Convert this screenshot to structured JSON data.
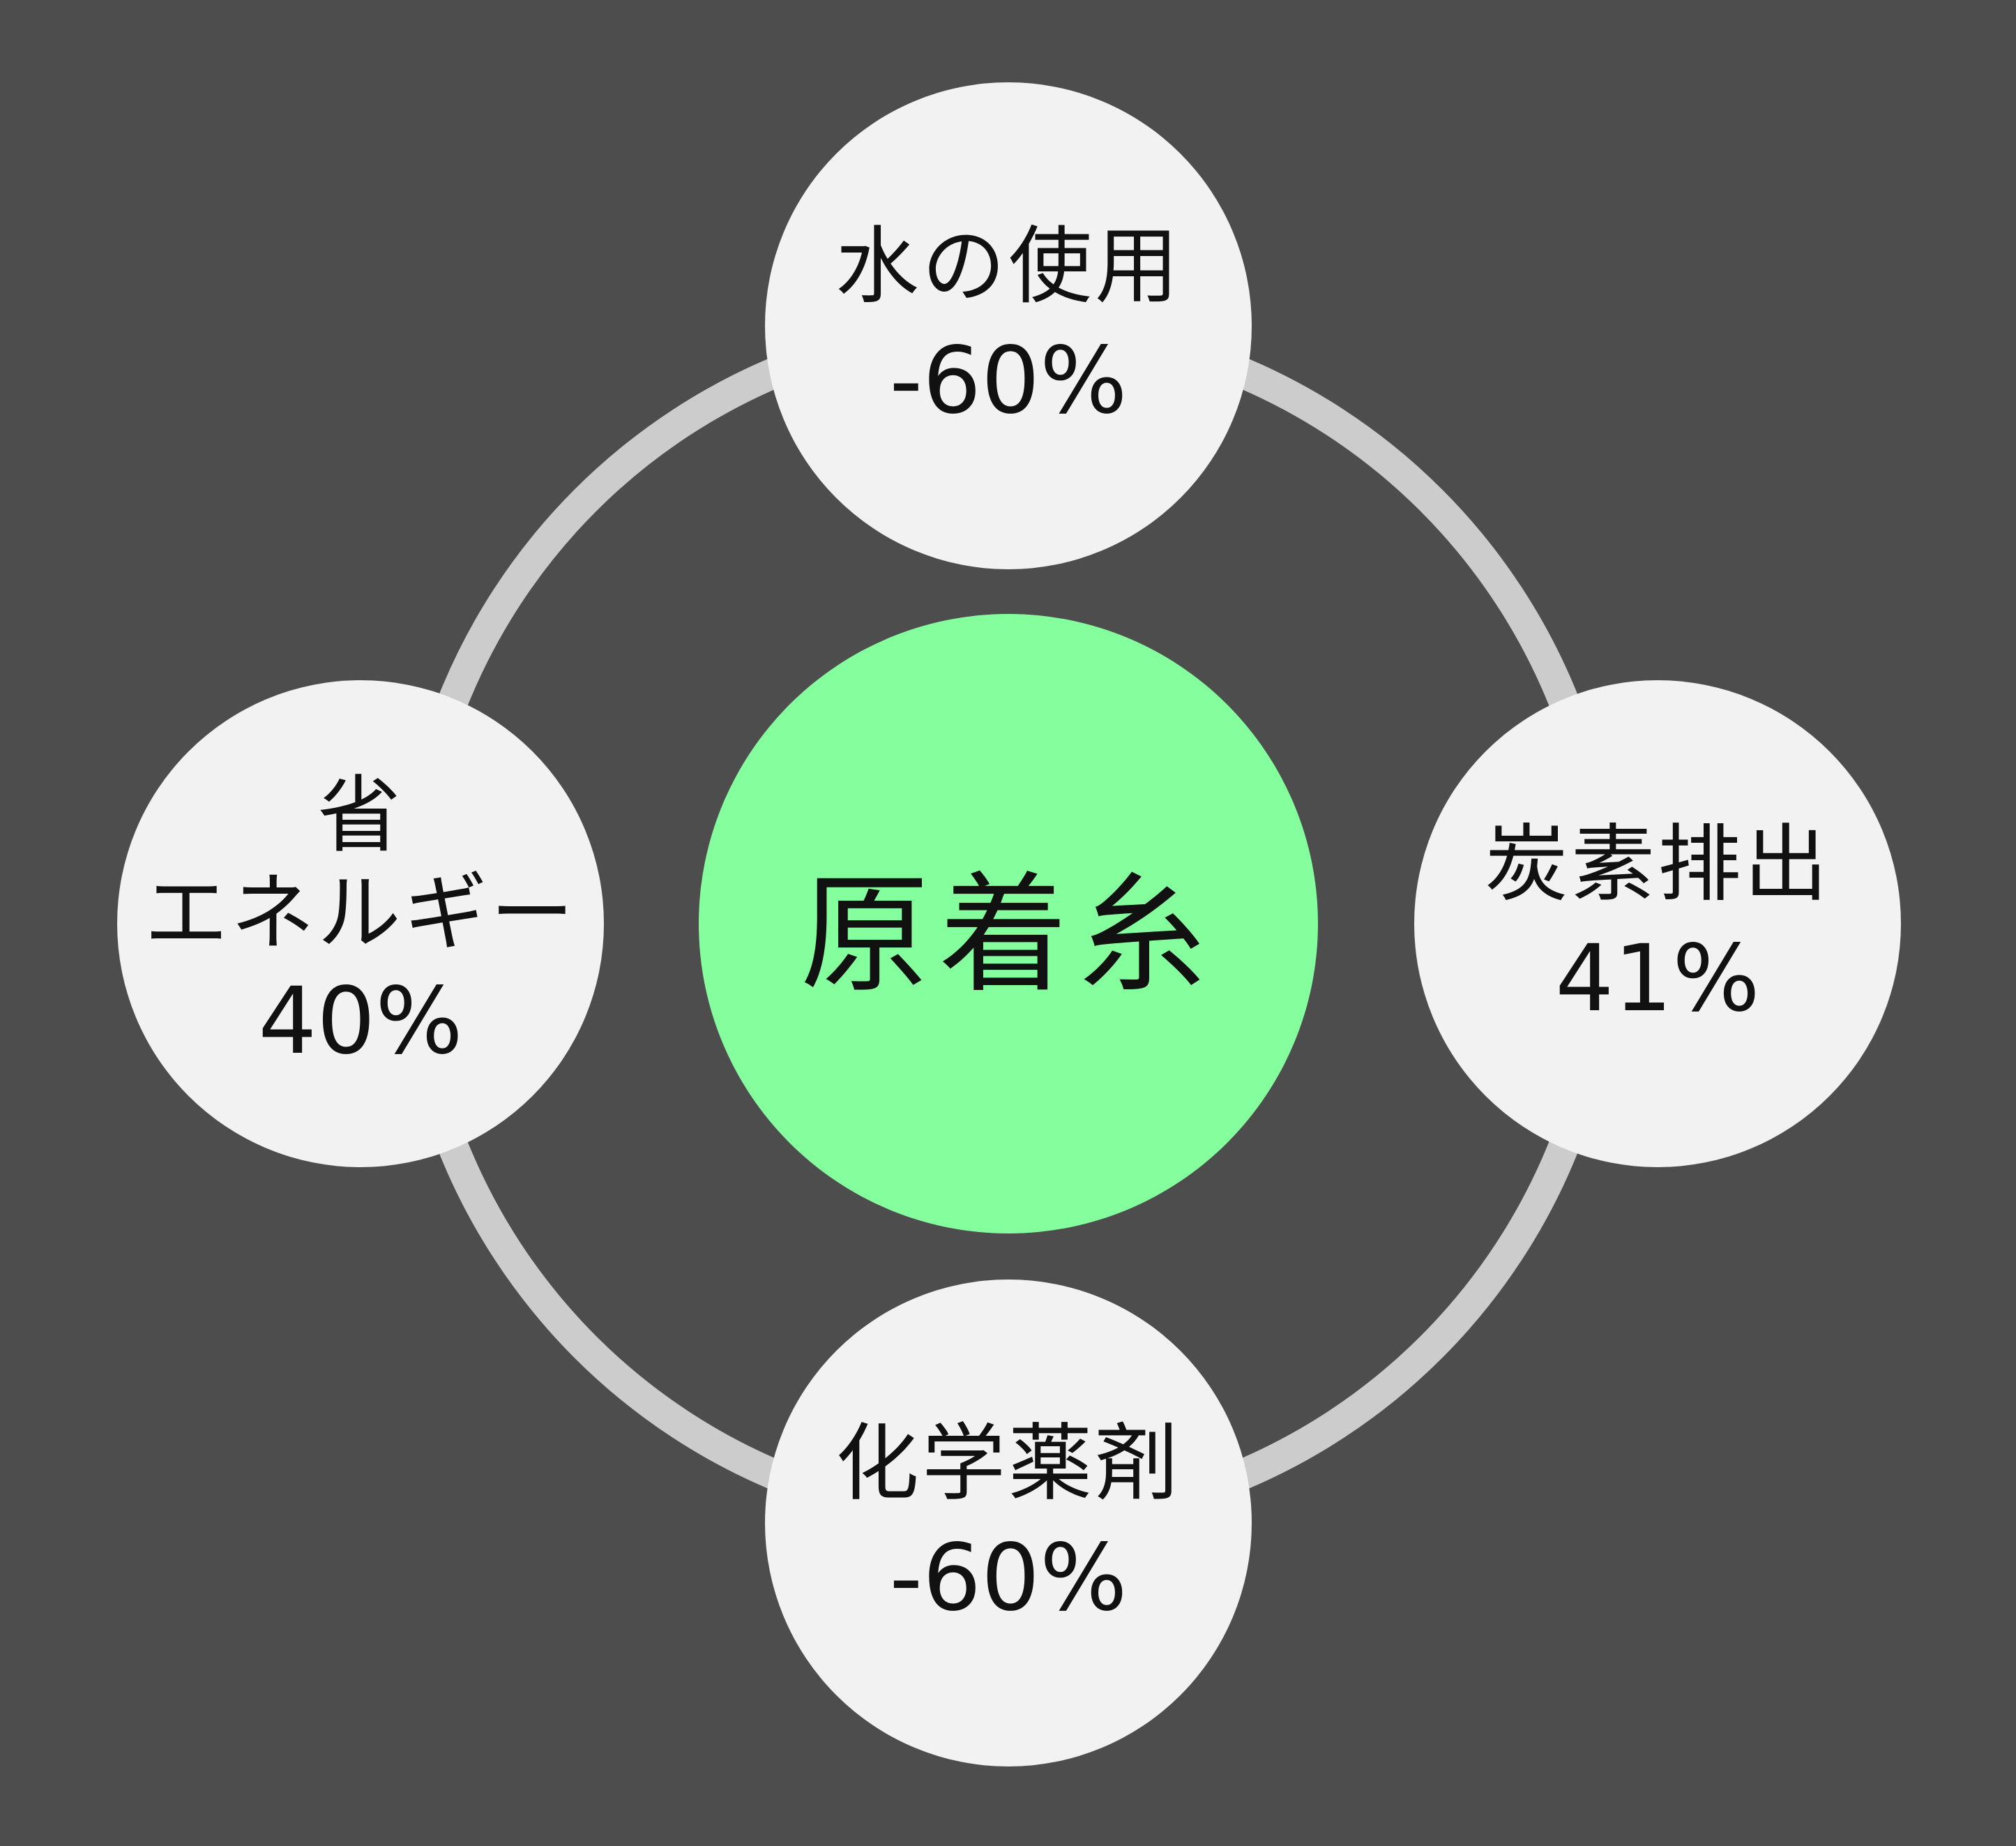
{
  "colors": {
    "background": "#4d4d4d",
    "ring": "#cccccc",
    "node_fill": "#f2f2f2",
    "center_fill": "#85ff9e",
    "text": "#111111"
  },
  "center": {
    "label": "原着糸"
  },
  "nodes": {
    "top": {
      "label": "水の使用",
      "value": "-60%"
    },
    "right": {
      "label": "炭素排出",
      "value": "41%"
    },
    "bottom": {
      "label": "化学薬剤",
      "value": "-60%"
    },
    "left": {
      "label_line1": "省",
      "label_line2": "エネルギー",
      "value": "40%"
    }
  }
}
